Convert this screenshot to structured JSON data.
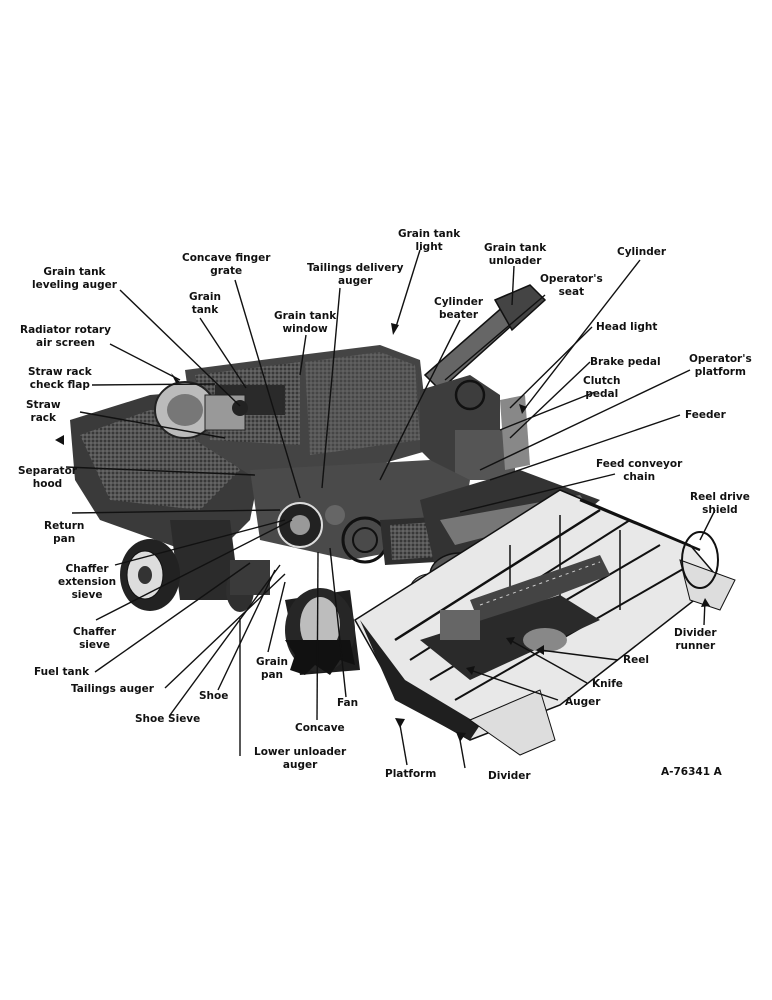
{
  "figure_id": "A-76341 A",
  "labels": {
    "grain_tank_light": "Grain tank\nlight",
    "grain_tank_unloader": "Grain tank\nunloader",
    "cylinder": "Cylinder",
    "concave_finger_grate": "Concave finger\ngrate",
    "tailings_delivery_auger": "Tailings delivery\nauger",
    "operators_seat": "Operator's\nseat",
    "grain_tank_leveling_auger": "Grain tank\nleveling auger",
    "grain_tank": "Grain\ntank",
    "cylinder_beater": "Cylinder\nbeater",
    "grain_tank_window": "Grain tank\nwindow",
    "head_light": "Head light",
    "radiator_rotary_air_screen": "Radiator rotary\nair screen",
    "brake_pedal": "Brake pedal",
    "operators_platform": "Operator's\nplatform",
    "straw_rack_check_flap": "Straw rack\ncheck flap",
    "clutch_pedal": "Clutch\npedal",
    "straw_rack": "Straw\nrack",
    "feeder": "Feeder",
    "separator_hood": "Separator\nhood",
    "feed_conveyor_chain": "Feed conveyor\nchain",
    "reel_drive_shield": "Reel drive\nshield",
    "return_pan": "Return\npan",
    "chaffer_extension_sieve": "Chaffer\nextension\nsieve",
    "chaffer_sieve": "Chaffer\nsieve",
    "divider_runner": "Divider\nrunner",
    "reel": "Reel",
    "fuel_tank": "Fuel tank",
    "grain_pan": "Grain\npan",
    "knife": "Knife",
    "tailings_auger": "Tailings auger",
    "shoe": "Shoe",
    "fan": "Fan",
    "auger": "Auger",
    "shoe_sieve": "Shoe Sieve",
    "concave": "Concave",
    "lower_unloader_auger": "Lower unloader\nauger",
    "platform": "Platform",
    "divider": "Divider"
  }
}
